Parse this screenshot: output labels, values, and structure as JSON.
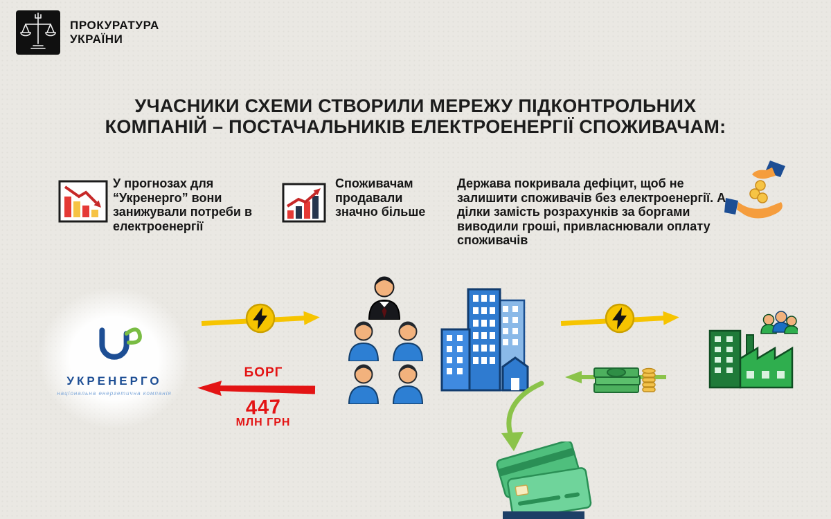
{
  "colors": {
    "background": "#eae8e3",
    "accent_yellow": "#f6c400",
    "accent_red": "#e31414",
    "accent_green": "#8bc34a",
    "ukrenergo_blue": "#1d4e94"
  },
  "header": {
    "org_line1": "ПРОКУРАТУРА",
    "org_line2": "УКРАЇНИ"
  },
  "title": {
    "line1": "УЧАСНИКИ СХЕМИ СТВОРИЛИ МЕРЕЖУ ПІДКОНТРОЛЬНИХ",
    "line2": "КОМПАНІЙ – ПОСТАЧАЛЬНИКІВ ЕЛЕКТРОЕНЕРГІЇ СПОЖИВАЧАМ:"
  },
  "points": [
    {
      "icon": "declining-bar-chart",
      "text": "У прогнозах для “Укренерго” вони занижували потреби в електроенергії"
    },
    {
      "icon": "rising-bar-chart",
      "text": "Споживачам продавали значно більше"
    },
    {
      "icon": "hand-giving-coins",
      "text": "Держава покривала дефіцит, щоб не залишити споживачів без електроенергії. А ділки замість розрахунків за боргами виводили гроші, привласнювали оплату споживачів"
    }
  ],
  "diagram": {
    "ukrenergo": {
      "name": "УКРЕНЕРГО",
      "tagline": "національна енергетична компанія"
    },
    "debt": {
      "word": "БОРГ",
      "amount": "447",
      "units": "МЛН ГРН"
    }
  },
  "icons": {
    "prosecutor-emblem": "scales of justice with trident on black shield",
    "declining-bar-chart": "bar chart with falling red arrow",
    "rising-bar-chart": "bar chart with rising red arrow",
    "hand-giving-coins": "hand dropping coins into another hand",
    "lightning-bolt": "electricity bolt in yellow circle",
    "electricity-flow-arrow": "yellow arrow to the right",
    "debt-arrow": "red arrow pointing left",
    "intermediaries": "manager with group of consumers",
    "company-buildings": "blue office buildings",
    "money-cash": "stack of banknotes with coins",
    "money-flow-arrow": "green arrow pointing left",
    "industrial-consumers": "green factory with workers",
    "payment-flow-arrow": "green curved arrow down",
    "bank-cards": "green bank cards"
  }
}
